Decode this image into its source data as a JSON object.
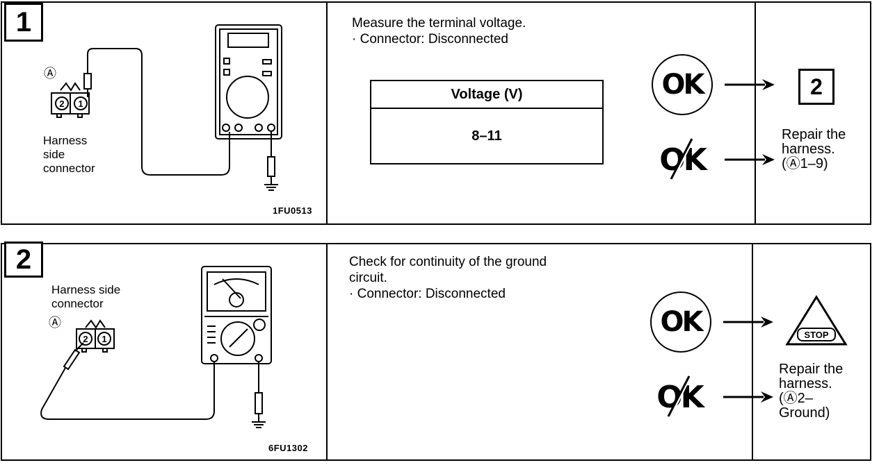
{
  "steps": [
    {
      "number": "1",
      "figure": {
        "connector_mark": "Ⓐ",
        "label": "Harness\nside\nconnector",
        "pins": [
          "2",
          "1"
        ],
        "code": "1FU0513"
      },
      "instruction": "Measure the terminal voltage.\n· Connector: Disconnected",
      "table": {
        "header": "Voltage (V)",
        "value": "8–11"
      },
      "ok": {
        "badge": "OK",
        "result": "2"
      },
      "ng": {
        "badge": "OK",
        "result": "Repair the\nharness.\n(Ⓐ1–9)"
      }
    },
    {
      "number": "2",
      "figure": {
        "connector_mark": "Ⓐ",
        "label": "Harness side\nconnector",
        "pins": [
          "2",
          "1"
        ],
        "code": "6FU1302"
      },
      "instruction": "Check for continuity of the ground\ncircuit.\n· Connector: Disconnected",
      "ok": {
        "badge": "OK",
        "result": "STOP"
      },
      "ng": {
        "badge": "OK",
        "result": "Repair the\nharness.\n(Ⓐ2–\nGround)"
      }
    }
  ]
}
